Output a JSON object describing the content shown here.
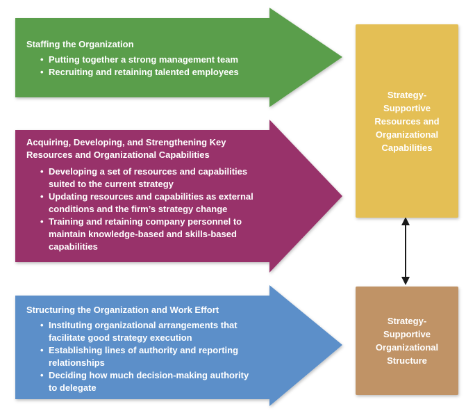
{
  "arrows": [
    {
      "title": "Staffing the Organization",
      "bullets": [
        "Putting together a strong management team",
        "Recruiting and retaining talented employees"
      ],
      "color": "#5a9e4b"
    },
    {
      "title_lines": [
        "Acquiring, Developing, and Strengthening Key",
        "Resources and Organizational Capabilities"
      ],
      "bullets": [
        [
          "Developing a set of resources and capabilities",
          "suited to the current strategy"
        ],
        [
          "Updating resources and capabilities as external",
          "conditions and the firm’s strategy change"
        ],
        [
          "Training and retaining company personnel to",
          "maintain knowledge-based and skills-based",
          "capabilities"
        ]
      ],
      "color": "#98336a"
    },
    {
      "title": "Structuring the Organization and Work Effort",
      "bullets": [
        [
          "Instituting organizational arrangements that",
          "facilitate good strategy execution"
        ],
        [
          "Establishing lines of authority and reporting",
          "relationships"
        ],
        [
          "Deciding how much decision-making authority",
          "to delegate"
        ]
      ],
      "color": "#5b8fc9"
    }
  ],
  "boxes": [
    {
      "lines": [
        "Strategy-",
        "Supportive",
        "Resources and",
        "Organizational",
        "Capabilities"
      ],
      "color": "#e4bf55"
    },
    {
      "lines": [
        "Strategy-",
        "Supportive",
        "Organizational",
        "Structure"
      ],
      "color": "#c09366"
    }
  ],
  "connector_color": "#1a1a1a"
}
